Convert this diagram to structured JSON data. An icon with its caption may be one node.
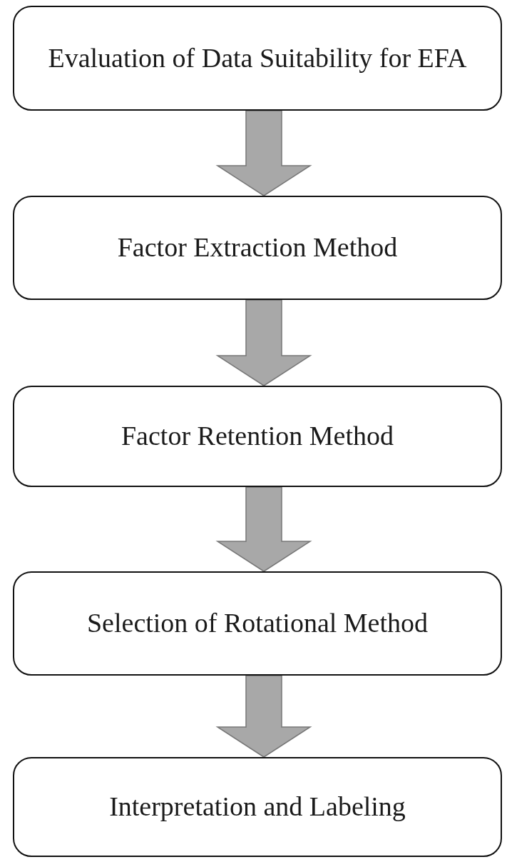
{
  "diagram": {
    "nodes": [
      {
        "text": [
          "Evaluation of Data Suitability for EFA"
        ]
      },
      {
        "text": [
          "Factor Extraction Method"
        ]
      },
      {
        "text": [
          "Factor Retention Method"
        ]
      },
      {
        "text": [
          "Selection of Rotational Method"
        ]
      },
      {
        "text": [
          "Interpretation and Labeling"
        ]
      }
    ],
    "edges": [
      {
        "from": 0,
        "to": 1,
        "arrow": "to"
      },
      {
        "from": 1,
        "to": 2,
        "arrow": "to"
      },
      {
        "from": 2,
        "to": 3,
        "arrow": "to"
      },
      {
        "from": 3,
        "to": 4,
        "arrow": "to"
      }
    ]
  }
}
